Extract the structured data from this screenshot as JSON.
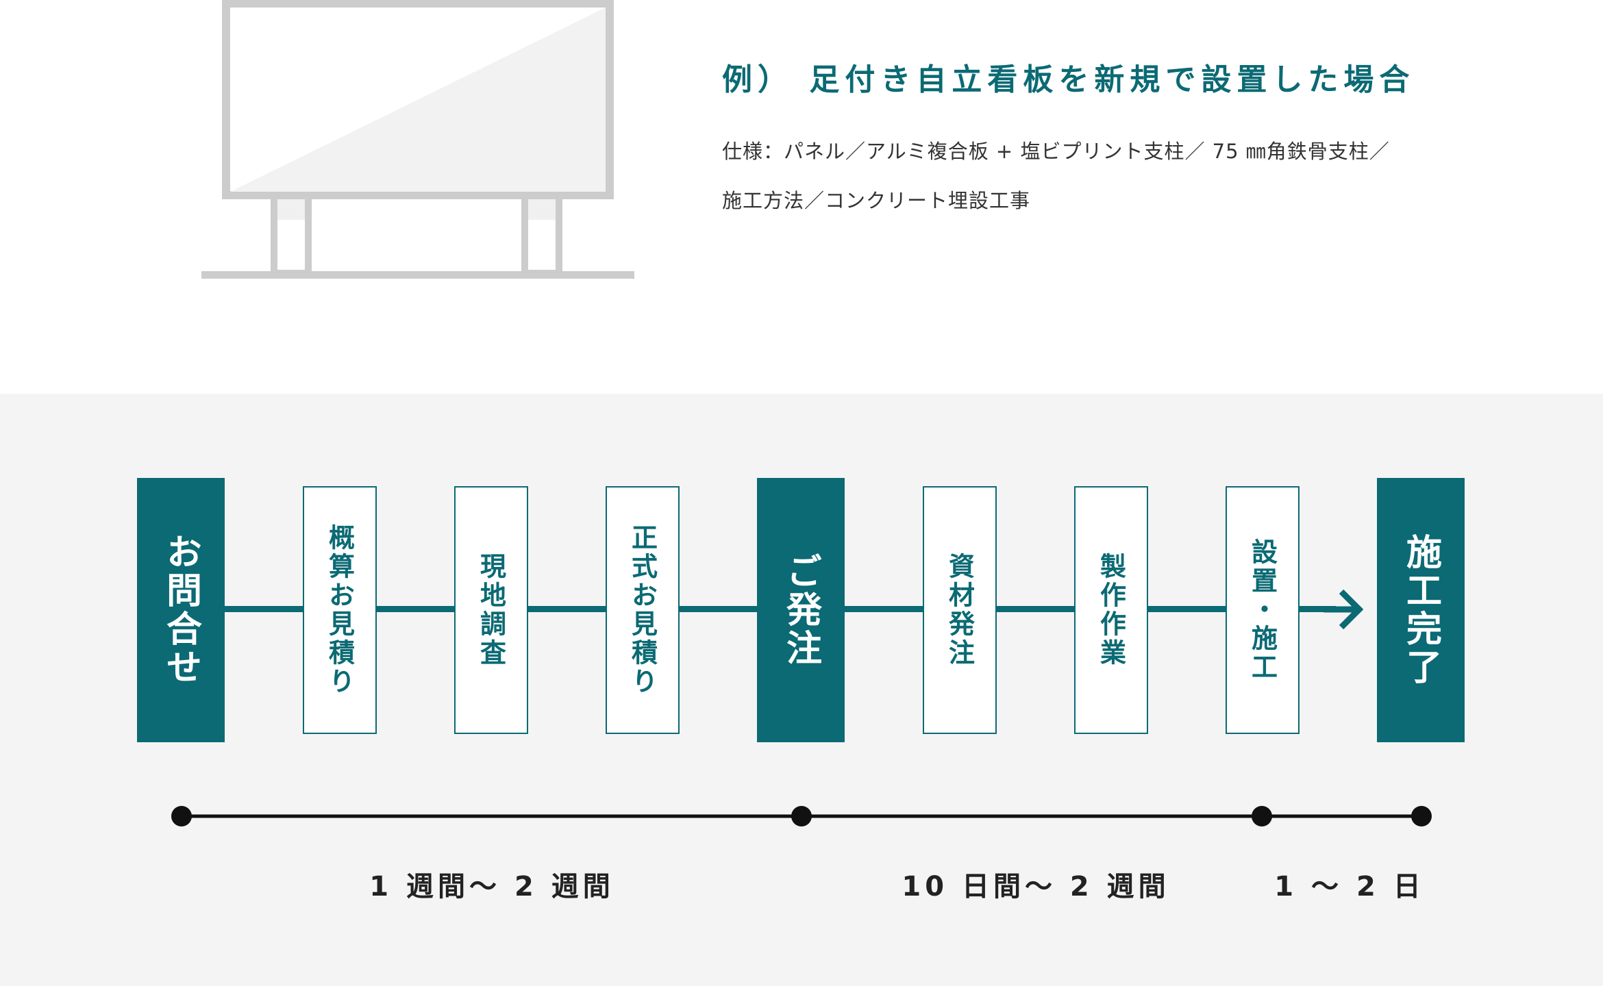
{
  "example": {
    "title": "例） 足付き自立看板を新規で設置した場合",
    "spec_line_1": "仕様：パネル／アルミ複合板 + 塩ビプリント支柱／ 75 ㎜角鉄骨支柱／",
    "spec_line_2": "施工方法／コンクリート埋設工事"
  },
  "flow": {
    "steps": [
      {
        "label": "お問合せ",
        "kind": "major"
      },
      {
        "label": "概算お見積り",
        "kind": "minor"
      },
      {
        "label": "現地調査",
        "kind": "minor"
      },
      {
        "label": "正式お見積り",
        "kind": "minor"
      },
      {
        "label": "ご発注",
        "kind": "major"
      },
      {
        "label": "資材発注",
        "kind": "minor"
      },
      {
        "label": "製作作業",
        "kind": "minor"
      },
      {
        "label": "設置・施工",
        "kind": "minor"
      },
      {
        "label": "施工完了",
        "kind": "major"
      }
    ]
  },
  "timeline": {
    "durations": [
      "1 週間〜 2 週間",
      "10 日間〜 2 週間",
      "1 〜 2 日"
    ]
  },
  "colors": {
    "accent": "#0b6a74",
    "panel_background": "#f4f4f4",
    "illustration_gray": "#cccccc"
  }
}
